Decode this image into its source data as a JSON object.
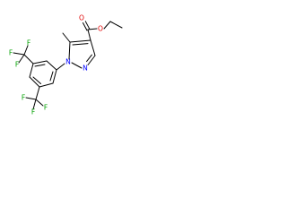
{
  "molecule": {
    "colors": {
      "carbon": "#000000",
      "oxygen": "#e00000",
      "nitrogen": "#0000ff",
      "fluorine": "#00a000",
      "background": "#ffffff"
    },
    "atom_labels": {
      "carbonyl_oxygen": "O",
      "ester_oxygen": "O",
      "n1": "N",
      "n2": "N",
      "cf3_top_f1": "F",
      "cf3_top_f2": "F",
      "cf3_top_f3": "F",
      "cf3_bottom_f1": "F",
      "cf3_bottom_f2": "F",
      "cf3_bottom_f3": "F"
    }
  }
}
